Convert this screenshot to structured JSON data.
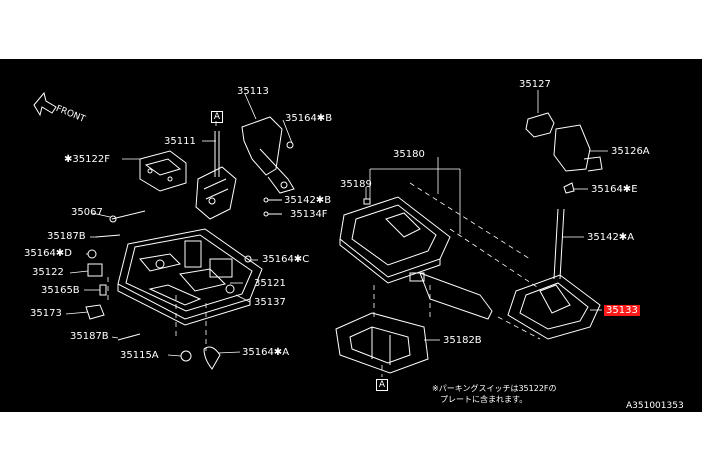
{
  "diagram": {
    "front_label": "FRONT",
    "parts": {
      "p35113": "35113",
      "p35111": "35111",
      "p35164B": "35164✱B",
      "p35122F": "✱35122F",
      "p35142B": "35142✱B",
      "p35134F": "35134F",
      "p35067": "35067",
      "p35187B_top": "35187B",
      "p35164D": "35164✱D",
      "p35164C": "35164✱C",
      "p35122": "35122",
      "p35121": "35121",
      "p35165B": "35165B",
      "p35137": "35137",
      "p35173": "35173",
      "p35187B_bot": "35187B",
      "p35115A": "35115A",
      "p35164A": "35164✱A",
      "p35180": "35180",
      "p35189": "35189",
      "p35182B": "35182B",
      "p35127": "35127",
      "p35126A": "35126A",
      "p35164E": "35164✱E",
      "p35142A": "35142✱A",
      "p35133": "35133"
    },
    "ref_box_top": "A",
    "ref_box_bottom": "A",
    "note_line1": "※パーキングスイッチは35122Fの",
    "note_line2": "プレートに含まれます。",
    "figure_id": "A351001353"
  },
  "colors": {
    "background": "#000000",
    "line": "#ffffff",
    "highlight": "#ff1a1a"
  }
}
